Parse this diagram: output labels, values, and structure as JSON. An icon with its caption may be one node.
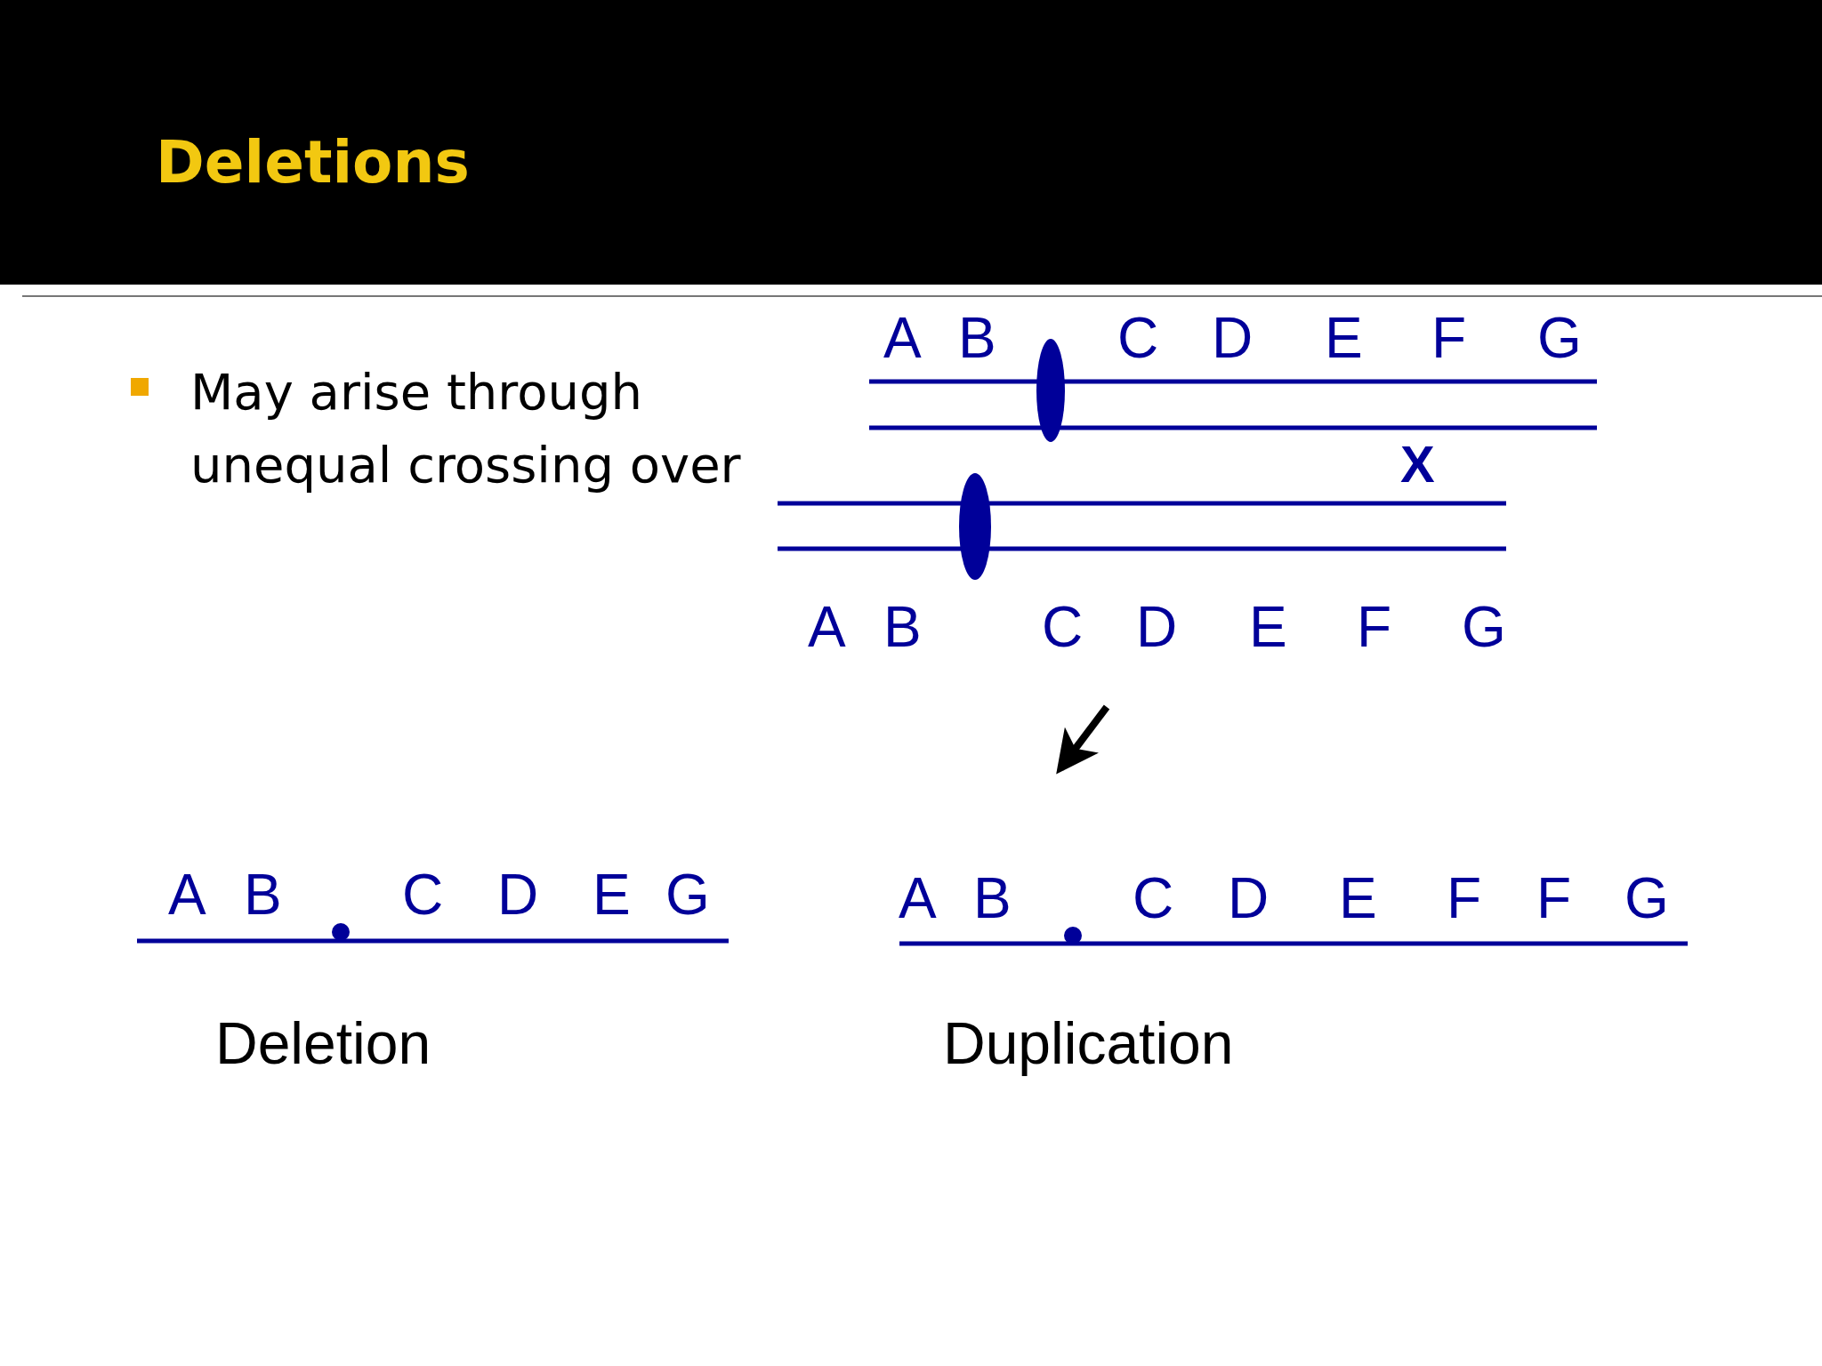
{
  "diagram": {
    "title": "Deletions",
    "labels": [
      "May arise through unequal crossing over",
      "A",
      "B",
      "C",
      "D",
      "E",
      "F",
      "G",
      "X",
      "A",
      "B",
      "C",
      "D",
      "E",
      "F",
      "G",
      "A",
      "B",
      "C",
      "D",
      "E",
      "G",
      "A",
      "B",
      "C",
      "D",
      "E",
      "F",
      "F",
      "G",
      "Deletion",
      "Duplication"
    ]
  }
}
